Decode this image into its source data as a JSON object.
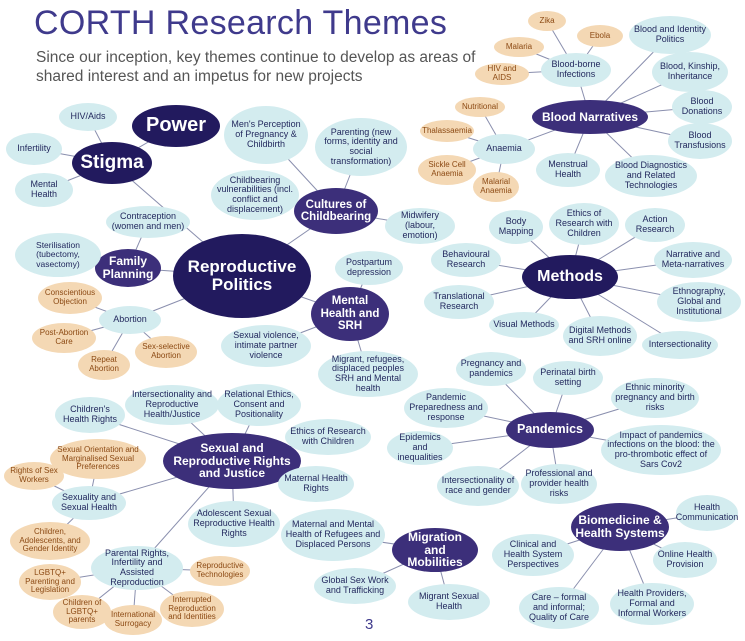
{
  "title": "CORTH Research Themes",
  "subtitle": "Since our inception, key themes continue to develop as areas of shared interest and an impetus for new projects",
  "page_number": "3",
  "colors": {
    "teal": "#d3ecef",
    "peach": "#f4d8b4",
    "purple": "#3c2f7a",
    "navy": "#221a5e",
    "line": "#8a8fae",
    "title": "#3f3a8c"
  },
  "nodes": [
    {
      "id": "power",
      "label": "Power"
    },
    {
      "id": "stigma",
      "label": "Stigma"
    },
    {
      "id": "hiv-aids",
      "label": "HIV/Aids"
    },
    {
      "id": "infertility",
      "label": "Infertility"
    },
    {
      "id": "mental-health",
      "label": "Mental Health"
    },
    {
      "id": "reproductive-politics",
      "label": "Reproductive Politics"
    },
    {
      "id": "family-planning",
      "label": "Family Planning"
    },
    {
      "id": "contraception",
      "label": "Contraception (women and men)"
    },
    {
      "id": "sterilisation",
      "label": "Sterilisation (tubectomy, vasectomy)"
    },
    {
      "id": "abortion",
      "label": "Abortion"
    },
    {
      "id": "conscientious-objection",
      "label": "Conscientious Objection"
    },
    {
      "id": "post-abortion-care",
      "label": "Post-Abortion Care"
    },
    {
      "id": "repeat-abortion",
      "label": "Repeat Abortion"
    },
    {
      "id": "sex-selective-abortion",
      "label": "Sex-selective Abortion"
    },
    {
      "id": "cultures-of-childbearing",
      "label": "Cultures of Childbearing"
    },
    {
      "id": "mens-perception",
      "label": "Men's Perception of Pregnancy & Childbirth"
    },
    {
      "id": "parenting",
      "label": "Parenting (new forms, identity and social transformation)"
    },
    {
      "id": "childbearing-vulnerabilities",
      "label": "Childbearing vulnerabilities (incl. conflict and displacement)"
    },
    {
      "id": "midwifery",
      "label": "Midwifery (labour, emotion)"
    },
    {
      "id": "mental-health-srh",
      "label": "Mental Health and SRH"
    },
    {
      "id": "postpartum-depression",
      "label": "Postpartum depression"
    },
    {
      "id": "sexual-violence",
      "label": "Sexual violence, intimate partner violence"
    },
    {
      "id": "migrant-refugees",
      "label": "Migrant, refugees, displaced peoples SRH and Mental health"
    },
    {
      "id": "blood-narratives",
      "label": "Blood Narratives"
    },
    {
      "id": "blood-borne-infections",
      "label": "Blood-borne Infections"
    },
    {
      "id": "zika",
      "label": "Zika"
    },
    {
      "id": "malaria",
      "label": "Malaria"
    },
    {
      "id": "ebola",
      "label": "Ebola"
    },
    {
      "id": "hiv-and-aids",
      "label": "HIV and AIDS"
    },
    {
      "id": "blood-identity-politics",
      "label": "Blood and Identity Politics"
    },
    {
      "id": "blood-kinship",
      "label": "Blood, Kinship, Inheritance"
    },
    {
      "id": "blood-donations",
      "label": "Blood Donations"
    },
    {
      "id": "blood-transfusions",
      "label": "Blood Transfusions"
    },
    {
      "id": "blood-diagnostics",
      "label": "Blood Diagnostics and Related Technologies"
    },
    {
      "id": "menstrual-health",
      "label": "Menstrual Health"
    },
    {
      "id": "anaemia",
      "label": "Anaemia"
    },
    {
      "id": "nutritional",
      "label": "Nutritional"
    },
    {
      "id": "thalassaemia",
      "label": "Thalassaemia"
    },
    {
      "id": "sickle-cell-anaemia",
      "label": "Sickle Cell Anaemia"
    },
    {
      "id": "malarial-anaemia",
      "label": "Malarial Anaemia"
    },
    {
      "id": "methods",
      "label": "Methods"
    },
    {
      "id": "body-mapping",
      "label": "Body Mapping"
    },
    {
      "id": "ethics-research-children-m",
      "label": "Ethics of Research with Children"
    },
    {
      "id": "action-research",
      "label": "Action Research"
    },
    {
      "id": "behavioural-research",
      "label": "Behavioural Research"
    },
    {
      "id": "narrative",
      "label": "Narrative and Meta-narratives"
    },
    {
      "id": "ethnography",
      "label": "Ethnography, Global and Institutional"
    },
    {
      "id": "translational-research",
      "label": "Translational Research"
    },
    {
      "id": "visual-methods",
      "label": "Visual Methods"
    },
    {
      "id": "digital-methods",
      "label": "Digital Methods and SRH online"
    },
    {
      "id": "intersectionality-m",
      "label": "Intersectionality"
    },
    {
      "id": "pandemics",
      "label": "Pandemics"
    },
    {
      "id": "pregnancy-pandemics",
      "label": "Pregnancy and pandemics"
    },
    {
      "id": "perinatal-birth",
      "label": "Perinatal birth setting"
    },
    {
      "id": "pandemic-preparedness",
      "label": "Pandemic Preparedness and response"
    },
    {
      "id": "ethnic-minority",
      "label": "Ethnic minority pregnancy and birth risks"
    },
    {
      "id": "epidemics",
      "label": "Epidemics and inequalities"
    },
    {
      "id": "impact-pandemics",
      "label": "Impact of pandemics infections on the blood: the pro-thrombotic effect of Sars Cov2"
    },
    {
      "id": "intersectionality-race",
      "label": "Intersectionality of race and gender"
    },
    {
      "id": "professional-risks",
      "label": "Professional and provider health risks"
    },
    {
      "id": "srrj",
      "label": "Sexual and Reproductive Rights and Justice"
    },
    {
      "id": "childrens-health-rights",
      "label": "Children's Health Rights"
    },
    {
      "id": "intersectionality-rhj",
      "label": "Intersectionality and Reproductive Health/Justice"
    },
    {
      "id": "relational-ethics",
      "label": "Relational Ethics, Consent and Positionality"
    },
    {
      "id": "ethics-research-children-s",
      "label": "Ethics of Research with Children"
    },
    {
      "id": "sexual-orientation",
      "label": "Sexual Orientation and Marginalised Sexual Preferences"
    },
    {
      "id": "rights-sex-workers",
      "label": "Rights of Sex Workers"
    },
    {
      "id": "sexuality-sexual-health",
      "label": "Sexuality and Sexual Health"
    },
    {
      "id": "maternal-health-rights",
      "label": "Maternal Health Rights"
    },
    {
      "id": "adolescent-srh-rights",
      "label": "Adolescent Sexual Reproductive Health Rights"
    },
    {
      "id": "children-adolescents-gender",
      "label": "Children, Adolescents, and Gender Identity"
    },
    {
      "id": "parental-rights",
      "label": "Parental Rights, Infertility and Assisted Reproduction"
    },
    {
      "id": "lgbtq-parenting",
      "label": "LGBTQ+ Parenting and Legislation"
    },
    {
      "id": "reproductive-technologies",
      "label": "Reproductive Technologies"
    },
    {
      "id": "children-lgbtq",
      "label": "Children of LGBTQ+ parents"
    },
    {
      "id": "international-surrogacy",
      "label": "International Surrogacy"
    },
    {
      "id": "interrupted-reproduction",
      "label": "Interrupted Reproduction and Identities"
    },
    {
      "id": "migration",
      "label": "Migration and Mobilities"
    },
    {
      "id": "maternal-mental-health-refugees",
      "label": "Maternal and Mental Health of Refugees and Displaced Persons"
    },
    {
      "id": "global-sex-work",
      "label": "Global Sex Work and Trafficking"
    },
    {
      "id": "migrant-sexual-health",
      "label": "Migrant Sexual Health"
    },
    {
      "id": "biomedicine",
      "label": "Biomedicine & Health Systems"
    },
    {
      "id": "health-communication",
      "label": "Health Communication"
    },
    {
      "id": "clinical-perspectives",
      "label": "Clinical and Health System Perspectives"
    },
    {
      "id": "online-health",
      "label": "Online Health Provision"
    },
    {
      "id": "care-formal-informal",
      "label": "Care – formal and informal; Quality of Care"
    },
    {
      "id": "health-providers",
      "label": "Health Providers, Formal and Informal Workers"
    }
  ],
  "links": [
    [
      "power",
      "stigma"
    ],
    [
      "stigma",
      "hiv-aids"
    ],
    [
      "stigma",
      "infertility"
    ],
    [
      "stigma",
      "mental-health"
    ],
    [
      "reproductive-politics",
      "stigma"
    ],
    [
      "reproductive-politics",
      "family-planning"
    ],
    [
      "reproductive-politics",
      "cultures-of-childbearing"
    ],
    [
      "reproductive-politics",
      "mental-health-srh"
    ],
    [
      "reproductive-politics",
      "abortion"
    ],
    [
      "family-planning",
      "contraception"
    ],
    [
      "family-planning",
      "sterilisation"
    ],
    [
      "abortion",
      "conscientious-objection"
    ],
    [
      "abortion",
      "post-abortion-care"
    ],
    [
      "abortion",
      "repeat-abortion"
    ],
    [
      "abortion",
      "sex-selective-abortion"
    ],
    [
      "cultures-of-childbearing",
      "mens-perception"
    ],
    [
      "cultures-of-childbearing",
      "parenting"
    ],
    [
      "cultures-of-childbearing",
      "childbearing-vulnerabilities"
    ],
    [
      "cultures-of-childbearing",
      "midwifery"
    ],
    [
      "mental-health-srh",
      "postpartum-depression"
    ],
    [
      "mental-health-srh",
      "sexual-violence"
    ],
    [
      "mental-health-srh",
      "migrant-refugees"
    ],
    [
      "blood-narratives",
      "blood-borne-infections"
    ],
    [
      "blood-narratives",
      "blood-identity-politics"
    ],
    [
      "blood-narratives",
      "blood-kinship"
    ],
    [
      "blood-narratives",
      "blood-donations"
    ],
    [
      "blood-narratives",
      "blood-transfusions"
    ],
    [
      "blood-narratives",
      "blood-diagnostics"
    ],
    [
      "blood-narratives",
      "menstrual-health"
    ],
    [
      "blood-narratives",
      "anaemia"
    ],
    [
      "blood-borne-infections",
      "zika"
    ],
    [
      "blood-borne-infections",
      "malaria"
    ],
    [
      "blood-borne-infections",
      "ebola"
    ],
    [
      "blood-borne-infections",
      "hiv-and-aids"
    ],
    [
      "anaemia",
      "nutritional"
    ],
    [
      "anaemia",
      "thalassaemia"
    ],
    [
      "anaemia",
      "sickle-cell-anaemia"
    ],
    [
      "anaemia",
      "malarial-anaemia"
    ],
    [
      "methods",
      "body-mapping"
    ],
    [
      "methods",
      "ethics-research-children-m"
    ],
    [
      "methods",
      "action-research"
    ],
    [
      "methods",
      "behavioural-research"
    ],
    [
      "methods",
      "narrative"
    ],
    [
      "methods",
      "ethnography"
    ],
    [
      "methods",
      "translational-research"
    ],
    [
      "methods",
      "visual-methods"
    ],
    [
      "methods",
      "digital-methods"
    ],
    [
      "methods",
      "intersectionality-m"
    ],
    [
      "pandemics",
      "pregnancy-pandemics"
    ],
    [
      "pandemics",
      "perinatal-birth"
    ],
    [
      "pandemics",
      "pandemic-preparedness"
    ],
    [
      "pandemics",
      "ethnic-minority"
    ],
    [
      "pandemics",
      "epidemics"
    ],
    [
      "pandemics",
      "impact-pandemics"
    ],
    [
      "pandemics",
      "intersectionality-race"
    ],
    [
      "pandemics",
      "professional-risks"
    ],
    [
      "srrj",
      "childrens-health-rights"
    ],
    [
      "srrj",
      "intersectionality-rhj"
    ],
    [
      "srrj",
      "relational-ethics"
    ],
    [
      "srrj",
      "ethics-research-children-s"
    ],
    [
      "srrj",
      "maternal-health-rights"
    ],
    [
      "srrj",
      "adolescent-srh-rights"
    ],
    [
      "srrj",
      "sexuality-sexual-health"
    ],
    [
      "srrj",
      "parental-rights"
    ],
    [
      "sexuality-sexual-health",
      "sexual-orientation"
    ],
    [
      "sexuality-sexual-health",
      "rights-sex-workers"
    ],
    [
      "sexuality-sexual-health",
      "children-adolescents-gender"
    ],
    [
      "parental-rights",
      "lgbtq-parenting"
    ],
    [
      "parental-rights",
      "reproductive-technologies"
    ],
    [
      "parental-rights",
      "children-lgbtq"
    ],
    [
      "parental-rights",
      "international-surrogacy"
    ],
    [
      "parental-rights",
      "interrupted-reproduction"
    ],
    [
      "migration",
      "maternal-mental-health-refugees"
    ],
    [
      "migration",
      "global-sex-work"
    ],
    [
      "migration",
      "migrant-sexual-health"
    ],
    [
      "biomedicine",
      "health-communication"
    ],
    [
      "biomedicine",
      "clinical-perspectives"
    ],
    [
      "biomedicine",
      "online-health"
    ],
    [
      "biomedicine",
      "care-formal-informal"
    ],
    [
      "biomedicine",
      "health-providers"
    ]
  ]
}
